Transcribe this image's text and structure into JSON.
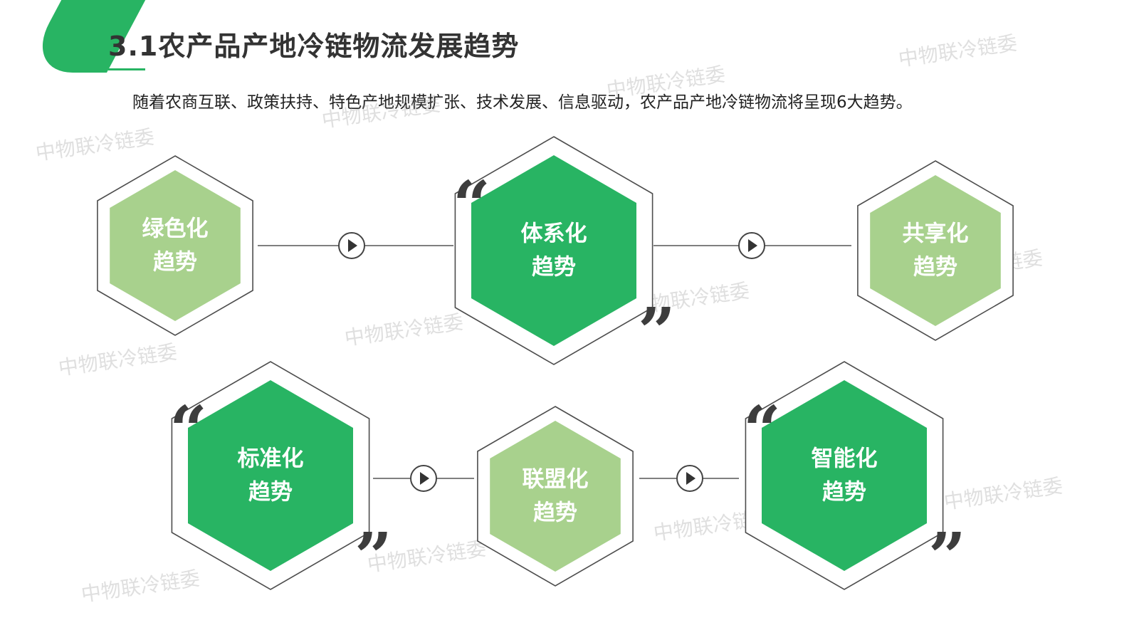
{
  "header": {
    "title": "3.1农产品产地冷链物流发展趋势",
    "intro": "随着农商互联、政策扶持、特色产地规模扩张、技术发展、信息驱动，农产品产地冷链物流将呈现6大趋势。"
  },
  "watermark_text": "中物联冷链委",
  "colors": {
    "brand_green": "#28b463",
    "light_green": "#a8d18d",
    "outline_gray": "#4d4d4d",
    "quote_gray": "#3d3d3d"
  },
  "trends": [
    {
      "id": "green",
      "line1": "绿色化",
      "line2": "趋势",
      "style": "light"
    },
    {
      "id": "system",
      "line1": "体系化",
      "line2": "趋势",
      "style": "dark"
    },
    {
      "id": "sharing",
      "line1": "共享化",
      "line2": "趋势",
      "style": "light"
    },
    {
      "id": "standard",
      "line1": "标准化",
      "line2": "趋势",
      "style": "dark"
    },
    {
      "id": "alliance",
      "line1": "联盟化",
      "line2": "趋势",
      "style": "light"
    },
    {
      "id": "smart",
      "line1": "智能化",
      "line2": "趋势",
      "style": "dark"
    }
  ],
  "quote_open": "“",
  "quote_close": "”"
}
